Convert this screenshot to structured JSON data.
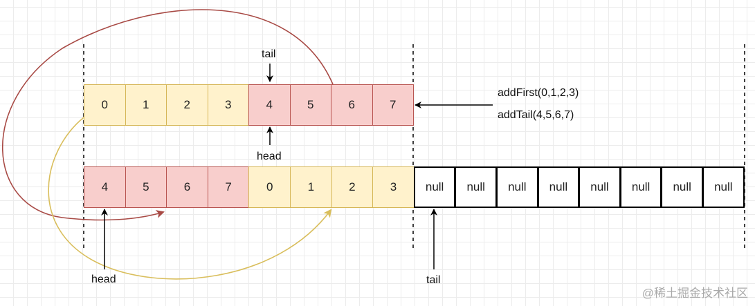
{
  "colors": {
    "first": "#fff2cc",
    "first_border": "#d6b656",
    "tail": "#f8cecc",
    "tail_border": "#b85450",
    "null": "#ffffff",
    "null_border": "#000000",
    "arrow_red": "#a84a45",
    "arrow_yellow": "#d9be5c"
  },
  "top_row": [
    {
      "v": "0",
      "c": "first"
    },
    {
      "v": "1",
      "c": "first"
    },
    {
      "v": "2",
      "c": "first"
    },
    {
      "v": "3",
      "c": "first"
    },
    {
      "v": "4",
      "c": "tail"
    },
    {
      "v": "5",
      "c": "tail"
    },
    {
      "v": "6",
      "c": "tail"
    },
    {
      "v": "7",
      "c": "tail"
    }
  ],
  "bottom_row": [
    {
      "v": "4",
      "c": "tail"
    },
    {
      "v": "5",
      "c": "tail"
    },
    {
      "v": "6",
      "c": "tail"
    },
    {
      "v": "7",
      "c": "tail"
    },
    {
      "v": "0",
      "c": "first"
    },
    {
      "v": "1",
      "c": "first"
    },
    {
      "v": "2",
      "c": "first"
    },
    {
      "v": "3",
      "c": "first"
    },
    {
      "v": "null",
      "c": "null"
    },
    {
      "v": "null",
      "c": "null"
    },
    {
      "v": "null",
      "c": "null"
    },
    {
      "v": "null",
      "c": "null"
    },
    {
      "v": "null",
      "c": "null"
    },
    {
      "v": "null",
      "c": "null"
    },
    {
      "v": "null",
      "c": "null"
    },
    {
      "v": "null",
      "c": "null"
    }
  ],
  "labels": {
    "top_tail": "tail",
    "top_head": "head",
    "bottom_head": "head",
    "bottom_tail": "tail"
  },
  "notes": {
    "add_first": "addFirst(0,1,2,3)",
    "add_tail": "addTail(4,5,6,7)"
  },
  "watermark": "@稀土掘金技术社区"
}
